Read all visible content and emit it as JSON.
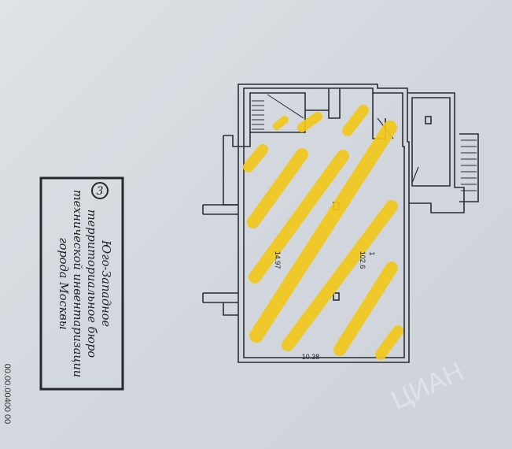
{
  "stamp": {
    "number": "3",
    "lines": [
      "Юго-Западное",
      "территориальное бюро",
      "технической инвентаризации",
      "города Москвы"
    ]
  },
  "plan": {
    "dimension_left": "14.97",
    "dimension_bottom": "10.38",
    "room_number": "1",
    "room_area": "102.6",
    "hatch_color": "#f2c81b"
  },
  "edge_text": "00.00.00400 00",
  "watermark": "ЦИАН"
}
